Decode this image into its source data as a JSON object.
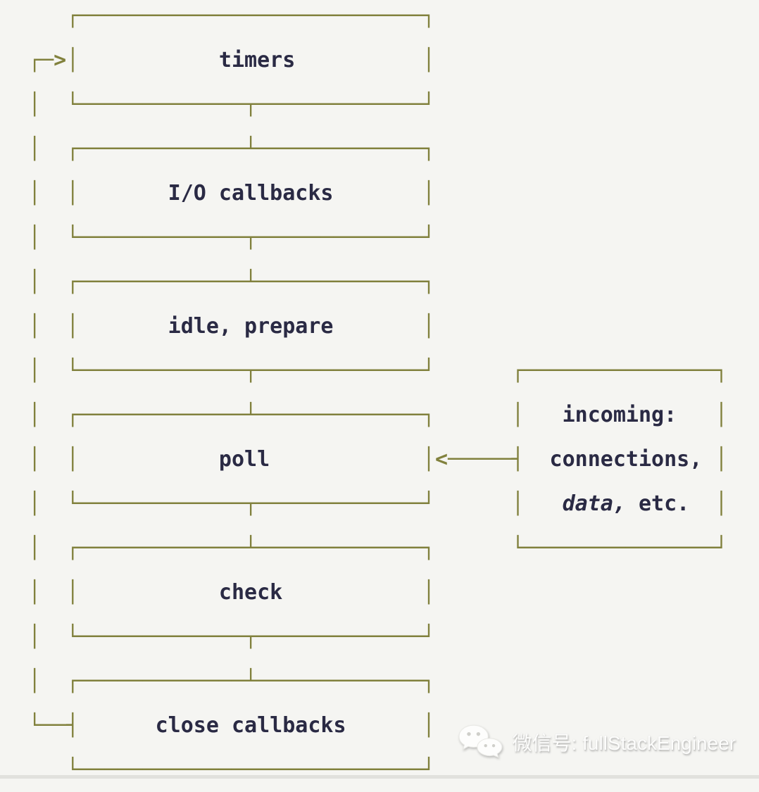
{
  "diagram": {
    "description": "Node.js event loop phases ascii diagram",
    "colors": {
      "line": "#81813d",
      "label": "#2a2a44",
      "background": "#f5f5f2"
    },
    "phases": [
      "timers",
      "I/O callbacks",
      "idle, prepare",
      "poll",
      "check",
      "close callbacks"
    ],
    "side_box_lines": [
      "incoming:",
      "connections,",
      "data, etc."
    ],
    "rows": [
      {
        "name": "timers-box-top",
        "segs": [
          {
            "t": "   ┌───────────────────────────┐",
            "c": "line"
          }
        ]
      },
      {
        "name": "timers-row",
        "segs": [
          {
            "t": "┌─>",
            "c": "line",
            "name": "loop-return-arrow"
          },
          {
            "t": "│",
            "c": "line"
          },
          {
            "t": "           timers          ",
            "c": "text",
            "name": "phase-label-timers"
          },
          {
            "t": "│",
            "c": "line"
          }
        ]
      },
      {
        "name": "timers-box-bottom",
        "segs": [
          {
            "t": "│  └─────────────┬─────────────┘",
            "c": "line"
          }
        ]
      },
      {
        "name": "io-callbacks-box-top",
        "segs": [
          {
            "t": "│  ┌─────────────┴─────────────┐",
            "c": "line"
          }
        ]
      },
      {
        "name": "io-callbacks-row",
        "segs": [
          {
            "t": "│  │",
            "c": "line"
          },
          {
            "t": "       I/O callbacks       ",
            "c": "text",
            "name": "phase-label-io-callbacks"
          },
          {
            "t": "│",
            "c": "line"
          }
        ]
      },
      {
        "name": "io-callbacks-box-bottom",
        "segs": [
          {
            "t": "│  └─────────────┬─────────────┘",
            "c": "line"
          }
        ]
      },
      {
        "name": "idle-prepare-box-top",
        "segs": [
          {
            "t": "│  ┌─────────────┴─────────────┐",
            "c": "line"
          }
        ]
      },
      {
        "name": "idle-prepare-row",
        "segs": [
          {
            "t": "│  │",
            "c": "line"
          },
          {
            "t": "       idle, prepare       ",
            "c": "text",
            "name": "phase-label-idle-prepare"
          },
          {
            "t": "│",
            "c": "line"
          }
        ]
      },
      {
        "name": "idle-prepare-box-bottom-and-incoming-top",
        "segs": [
          {
            "t": "│  └─────────────┬─────────────┘      ┌───────────────┐",
            "c": "line"
          }
        ]
      },
      {
        "name": "poll-box-top-and-incoming-line1",
        "segs": [
          {
            "t": "│  ┌─────────────┴─────────────┐      │",
            "c": "line"
          },
          {
            "t": "   incoming:   ",
            "c": "text",
            "name": "incoming-label-line1"
          },
          {
            "t": "│",
            "c": "line"
          }
        ]
      },
      {
        "name": "poll-row-and-incoming-line2",
        "segs": [
          {
            "t": "│  │",
            "c": "line"
          },
          {
            "t": "           poll            ",
            "c": "text",
            "name": "phase-label-poll"
          },
          {
            "t": "│",
            "c": "line"
          },
          {
            "t": "<─────┤",
            "c": "line",
            "name": "incoming-arrow"
          },
          {
            "t": "  connections, ",
            "c": "text",
            "name": "incoming-label-line2"
          },
          {
            "t": "│",
            "c": "line"
          }
        ]
      },
      {
        "name": "poll-box-bottom-and-incoming-line3",
        "segs": [
          {
            "t": "│  └─────────────┬─────────────┘      │",
            "c": "line"
          },
          {
            "t": "   ",
            "c": "text"
          },
          {
            "t": "data,",
            "c": "text-italic",
            "name": "incoming-label-data"
          },
          {
            "t": " etc.  ",
            "c": "text",
            "name": "incoming-label-etc"
          },
          {
            "t": "│",
            "c": "line"
          }
        ]
      },
      {
        "name": "check-box-top-and-incoming-bottom",
        "segs": [
          {
            "t": "│  ┌─────────────┴─────────────┐      └───────────────┘",
            "c": "line"
          }
        ]
      },
      {
        "name": "check-row",
        "segs": [
          {
            "t": "│  │",
            "c": "line"
          },
          {
            "t": "           check           ",
            "c": "text",
            "name": "phase-label-check"
          },
          {
            "t": "│",
            "c": "line"
          }
        ]
      },
      {
        "name": "check-box-bottom",
        "segs": [
          {
            "t": "│  └─────────────┬─────────────┘",
            "c": "line"
          }
        ]
      },
      {
        "name": "close-callbacks-box-top",
        "segs": [
          {
            "t": "│  ┌─────────────┴─────────────┐",
            "c": "line"
          }
        ]
      },
      {
        "name": "close-callbacks-row",
        "segs": [
          {
            "t": "└──┤",
            "c": "line",
            "name": "loop-return-corner"
          },
          {
            "t": "      close callbacks      ",
            "c": "text",
            "name": "phase-label-close-callbacks"
          },
          {
            "t": "│",
            "c": "line"
          }
        ]
      },
      {
        "name": "close-callbacks-box-bottom",
        "segs": [
          {
            "t": "   └───────────────────────────┘",
            "c": "line"
          }
        ]
      }
    ]
  },
  "watermark": {
    "icon": "wechat-icon",
    "text": "微信号: fullStackEngineer"
  }
}
